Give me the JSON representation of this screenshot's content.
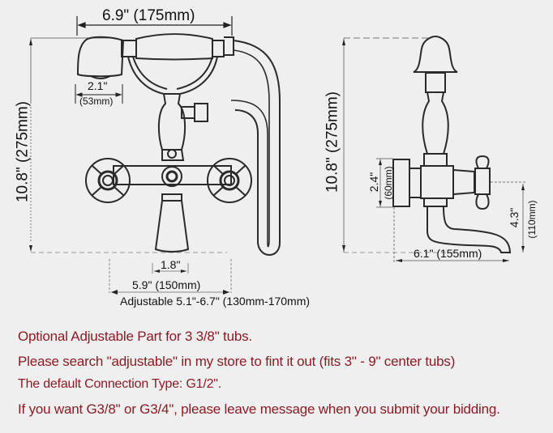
{
  "front_view": {
    "width_total": "6.9\" (175mm)",
    "head_width_in": "2.1\"",
    "head_width_mm": "(53mm)",
    "height_total": "10.8\" (275mm)",
    "spout_width": "1.8\"",
    "center_distance": "5.9\" (150mm)",
    "adjustable_range": "Adjustable 5.1\"-6.7\" (130mm-170mm)"
  },
  "side_view": {
    "height_total": "10.8\" (275mm)",
    "mount_height_in": "2.4\"",
    "mount_height_mm": "(60mm)",
    "spout_drop_in": "4.3\"",
    "spout_drop_mm": "(110mm)",
    "depth": "6.1\" (155mm)"
  },
  "notes": [
    "Optional Adjustable Part for 3 3/8\" tubs.",
    "Please search \"adjustable\" in my store to fint it out (fits 3\" - 9\" center tubs)",
    "The default Connection Type: G1/2\".",
    "If you want G3/8\" or G3/4\", please leave message when you submit your bidding."
  ],
  "colors": {
    "background": "#efefef",
    "line": "#2a2a2a",
    "note_text": "#8b1b24"
  }
}
